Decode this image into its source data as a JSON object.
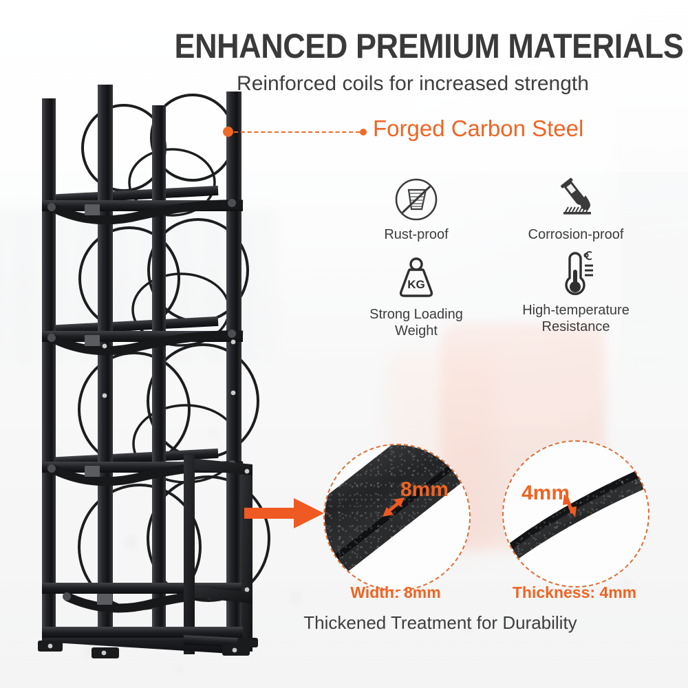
{
  "heading": {
    "title": "ENHANCED PREMIUM MATERIALS",
    "subtitle": "Reinforced coils for increased strength"
  },
  "callout": {
    "label": "Forged Carbon Steel",
    "color": "#ef6423"
  },
  "features": [
    {
      "icon": "rust-proof-icon",
      "label": "Rust-proof"
    },
    {
      "icon": "corrosion-proof-icon",
      "label": "Corrosion-proof"
    },
    {
      "icon": "kg-weight-icon",
      "label": "Strong Loading\nWeight",
      "line1": "Strong Loading",
      "line2": "Weight"
    },
    {
      "icon": "thermometer-icon",
      "label": "High-temperature\nResistance",
      "line1": "High-temperature",
      "line2": "Resistance"
    }
  ],
  "details": [
    {
      "id": "width-detail",
      "dimension": "8mm",
      "caption": "Width: 8mm"
    },
    {
      "id": "thickness-detail",
      "dimension": "4mm",
      "caption": "Thickness: 4mm"
    }
  ],
  "bottom_caption": "Thickened Treatment for Durability",
  "product": {
    "name": "cylinder-storage-rack",
    "description": "Black forged carbon steel 4-tier gas cylinder rack with hoops and securing straps"
  },
  "colors": {
    "accent_orange": "#ef6423",
    "dashed_circle": "#e06a31",
    "heading_gray": "#3a3a3a",
    "body_gray": "#3e3e3e",
    "steel_black": "#1a1b1d"
  }
}
